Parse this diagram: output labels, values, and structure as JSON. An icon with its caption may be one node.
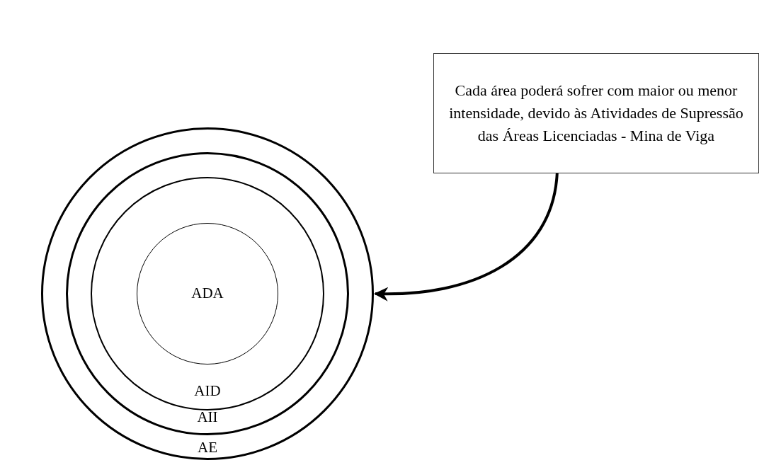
{
  "diagram": {
    "nodes": [
      {
        "text": [
          "AE"
        ]
      },
      {
        "text": [
          "AII"
        ],
        "in": 0
      },
      {
        "text": [
          "AID"
        ],
        "in": 1
      },
      {
        "text": [
          "ADA"
        ],
        "in": 2
      },
      {
        "text": [
          "Cada área poderá sofrer com maior ou menor intensidade, devido às Atividades de Supressão das Áreas Licenciadas - Mina de Viga"
        ]
      }
    ],
    "edges": [
      {
        "from": 4,
        "to": 0,
        "arrow": "to"
      }
    ]
  }
}
